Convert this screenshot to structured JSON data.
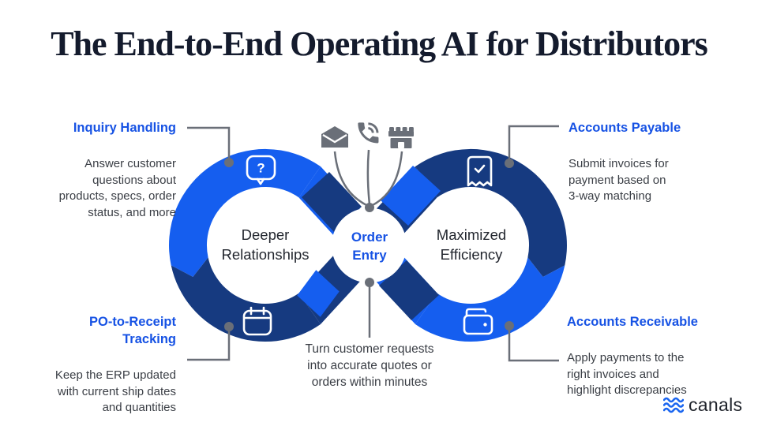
{
  "title": "The End-to-End Operating AI for Distributors",
  "callouts": {
    "inquiry_handling": {
      "heading": "Inquiry Handling",
      "body": "Answer customer\nquestions about\nproducts, specs, order\nstatus, and more"
    },
    "po_to_receipt": {
      "heading": "PO-to-Receipt\nTracking",
      "body": "Keep the ERP updated\nwith current ship dates\nand quantities"
    },
    "accounts_payable": {
      "heading": "Accounts Payable",
      "body": "Submit invoices for\npayment based on\n3-way matching"
    },
    "accounts_receivable": {
      "heading": "Accounts Receivable",
      "body": "Apply payments to the\nright invoices and\nhighlight discrepancies"
    }
  },
  "loop": {
    "left_circle_label": "Deeper\nRelationships",
    "right_circle_label": "Maximized\nEfficiency",
    "center_label": "Order\nEntry",
    "center_note": "Turn customer requests\ninto accurate quotes or\norders within minutes",
    "ring_icons": [
      "chat-question-icon",
      "receipt-check-icon",
      "calendar-icon",
      "wallet-icon"
    ],
    "inbound_channel_icons": [
      "envelope-icon",
      "phone-icon",
      "storefront-icon"
    ]
  },
  "logo": {
    "brand": "canals",
    "icon": "waves-icon"
  },
  "colors": {
    "bright_blue": "#155EEF",
    "navy_blue": "#163A80",
    "heading_blue": "#1652E4",
    "title_color": "#141B2D",
    "body_text": "#3A3E45",
    "connector_gray": "#6A6F78"
  }
}
